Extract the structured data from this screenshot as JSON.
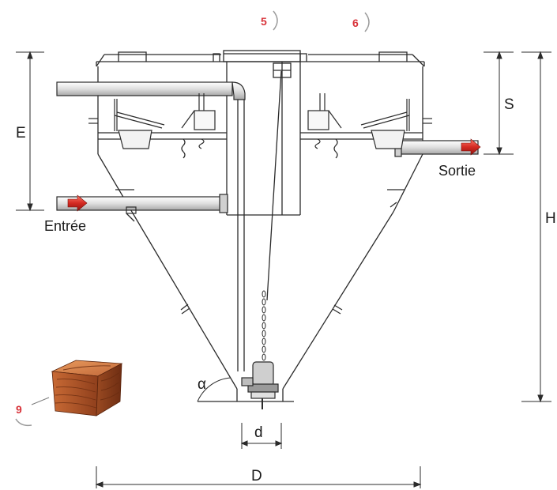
{
  "dimensions": {
    "E": "E",
    "S": "S",
    "H": "H",
    "D": "D",
    "d": "d",
    "alpha": "α"
  },
  "pipes": {
    "inlet": "Entrée",
    "outlet": "Sortie"
  },
  "markers": {
    "m5": "5",
    "m6": "6",
    "m9": "9"
  },
  "colors": {
    "line": "#2b2b2b",
    "arrow": "#d42a22",
    "marker_text": "#d8333a",
    "wood": "#b5542a"
  },
  "icons": {
    "flow_arrow": "red-arrow-icon",
    "filter_media": "wood-block-icon"
  }
}
